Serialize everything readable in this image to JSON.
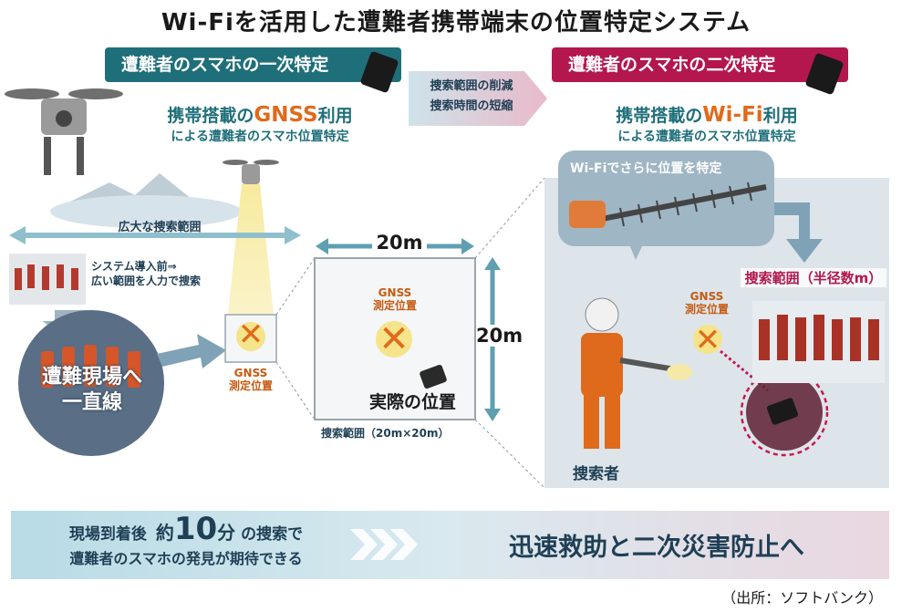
{
  "title": "Wi-Fiを活用した遭難者携帯端末の位置特定システム",
  "stage1": {
    "banner": "遭難者のスマホの一次特定",
    "line1_pre": "携帯搭載の",
    "line1_em": "GNSS",
    "line1_post": "利用",
    "line2": "による遭難者のスマホ位置特定"
  },
  "stage2": {
    "banner": "遭難者のスマホの二次特定",
    "line1_pre": "携帯搭載の",
    "line1_em": "Wi-Fi",
    "line1_post": "利用",
    "line2": "による遭難者のスマホ位置特定"
  },
  "transition": {
    "line1": "捜索範囲の削減",
    "line2": "捜索時間の短縮"
  },
  "left": {
    "wide_range": "広大な捜索範囲",
    "before_line1": "システム導入前⇒",
    "before_line2": "広い範囲を人力で捜索",
    "straight_line1": "遭難現場へ",
    "straight_line2": "一直線",
    "gnss_line1": "GNSS",
    "gnss_line2": "測定位置"
  },
  "middle": {
    "width_label": "20m",
    "height_label": "20m",
    "gnss_line1": "GNSS",
    "gnss_line2": "測定位置",
    "actual": "実際の位置",
    "range_caption": "捜索範囲（20m×20m）"
  },
  "right": {
    "wifi_caption": "Wi-Fiでさらに位置を特定",
    "range_label": "捜索範囲（半径数m）",
    "gnss_line1": "GNSS",
    "gnss_line2": "測定位置",
    "searcher": "捜索者"
  },
  "footer": {
    "pre": "現場到着後",
    "approx": "約",
    "num": "10",
    "unit": "分",
    "post": "の捜索で",
    "line2": "遭難者のスマホの発見が期待できる",
    "result": "迅速救助と二次災害防止へ"
  },
  "credit": "（出所：ソフトバンク）",
  "colors": {
    "teal": "#1f6f7a",
    "crimson": "#b3174d",
    "orange": "#e06a1b",
    "gnss_orange": "#c65a12",
    "light_blue_panel": "#dfe8ee"
  }
}
